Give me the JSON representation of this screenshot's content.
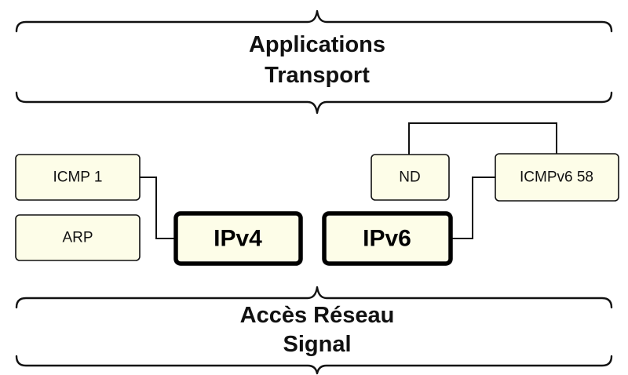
{
  "layers": {
    "top": {
      "line1": "Applications",
      "line2": "Transport"
    },
    "bottom": {
      "line1": "Accès Réseau",
      "line2": "Signal"
    }
  },
  "protocols": {
    "icmp": "ICMP 1",
    "arp": "ARP",
    "ipv4": "IPv4",
    "ipv6": "IPv6",
    "nd": "ND",
    "icmpv6": "ICMPv6 58"
  },
  "colors": {
    "box_fill": "#fdfde8",
    "stroke": "#111111"
  }
}
